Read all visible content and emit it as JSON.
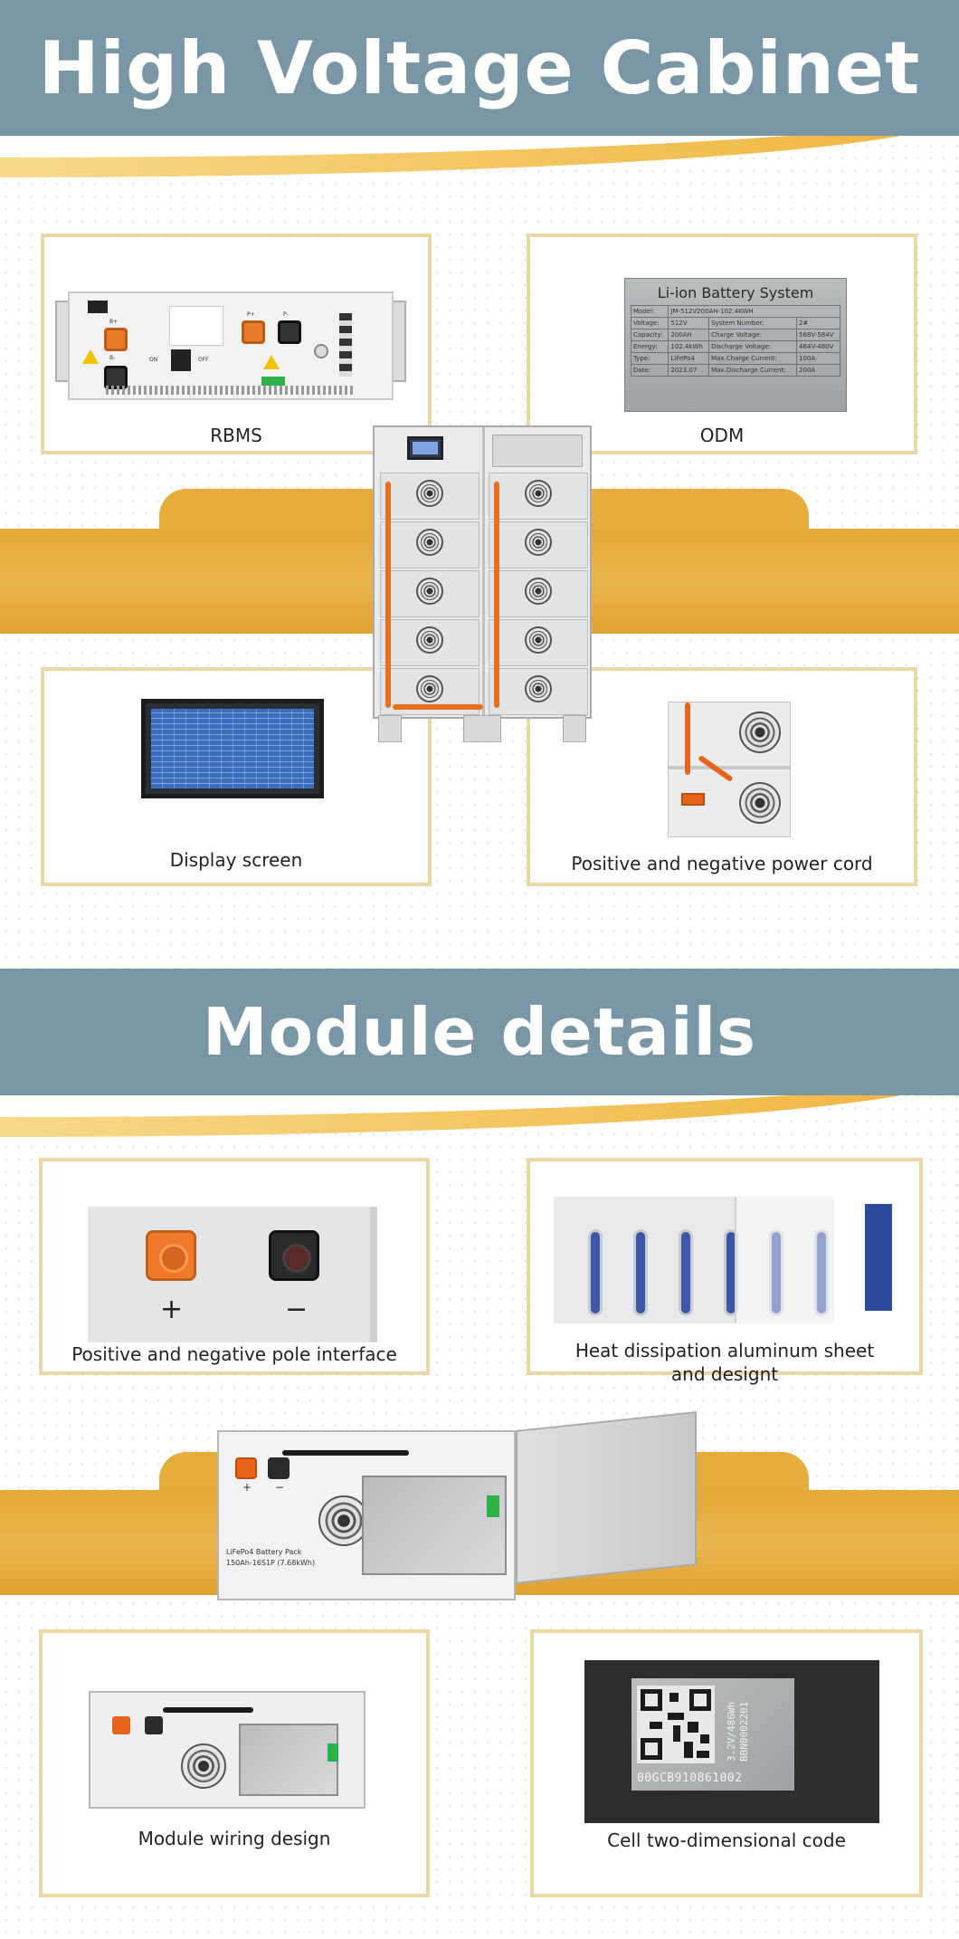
{
  "section1": {
    "title": "High Voltage Cabinet",
    "cards": {
      "rbms": "RBMS",
      "odm": "ODM",
      "display": "Display screen",
      "power_cord": "Positive and negative power cord"
    }
  },
  "section2": {
    "title": "Module details",
    "cards": {
      "pole": "Positive and negative pole interface",
      "heat_line1": "Heat dissipation aluminum sheet",
      "heat_line2": "and designt",
      "wiring": "Module wiring design",
      "cell_code": "Cell two-dimensional code"
    }
  },
  "nameplate": {
    "title": "Li-ion Battery System",
    "model_label": "Model:",
    "model": "JM-512V200AH-102.4KWH",
    "rows": [
      [
        "Voltage:",
        "512V",
        "System Number:",
        "2#"
      ],
      [
        "Capacity:",
        "200AH",
        "Charge Voltage:",
        "568V-584V"
      ],
      [
        "Energy:",
        "102.4kWh",
        "Discharge Voltage:",
        "464V-480V"
      ],
      [
        "Type:",
        "LiFePo4",
        "Max.Charge Current:",
        "100A"
      ],
      [
        "Date:",
        "2023.07",
        "Max.Discharge Current:",
        "200A"
      ]
    ]
  },
  "rbms_unit": {
    "on": "ON",
    "off": "OFF",
    "b_plus": "B+",
    "b_minus": "B-",
    "p_plus": "P+",
    "p_minus": "P-"
  },
  "pole_signs": {
    "plus": "+",
    "minus": "−"
  },
  "module_unit": {
    "plus": "+",
    "minus": "−",
    "label_line1": "LiFePo4 Battery Pack",
    "label_line2": "150Ah-16S1P (7.68kWh)"
  },
  "cell_label": {
    "code": "00GCB910861002",
    "side_line1": "3.2V/486Wh",
    "side_line2": "BBN0002201"
  },
  "colors": {
    "banner": "#7896a6",
    "gold": "#e3a836",
    "card_border": "#ebd7a5"
  }
}
